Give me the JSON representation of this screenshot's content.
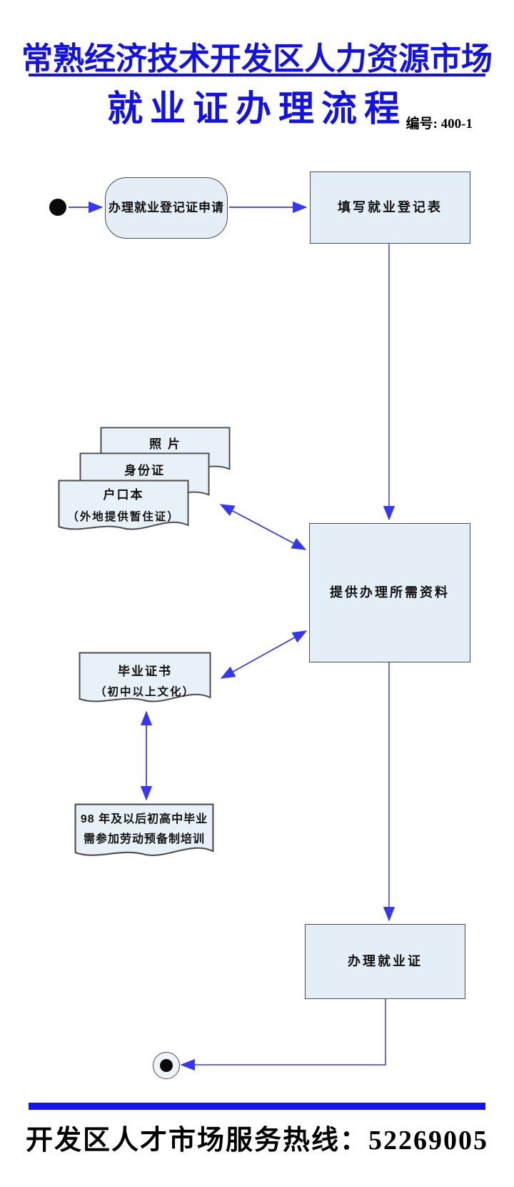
{
  "header": {
    "org_title": "常熟经济技术开发区人力资源市场",
    "doc_title": "就业证办理流程",
    "doc_number": "编号: 400-1"
  },
  "flow": {
    "nodes": {
      "apply": "办理就业登记证申请",
      "fill_form": "填写就业登记表",
      "provide_materials": "提供办理所需资料",
      "get_certificate": "办理就业证"
    },
    "documents": {
      "photo": "照 片",
      "id_card": "身份证",
      "hukou_line1": "户口本",
      "hukou_line2": "（外地提供暂住证）",
      "diploma_line1": "毕业证书",
      "diploma_line2": "（初中以上文化）",
      "training_line1": "98 年及以后初高中毕业",
      "training_line2": "需参加劳动预备制培训"
    }
  },
  "footer": {
    "hotline": "开发区人才市场服务热线：52269005"
  },
  "colors": {
    "title_blue": "#1111e8",
    "arrow_blue": "#3636f5",
    "node_fill": "#e3eef7",
    "node_border": "#4d4d4d",
    "footer_rule_blue": "#1414f0",
    "start_end_black": "#0a0a0a"
  }
}
